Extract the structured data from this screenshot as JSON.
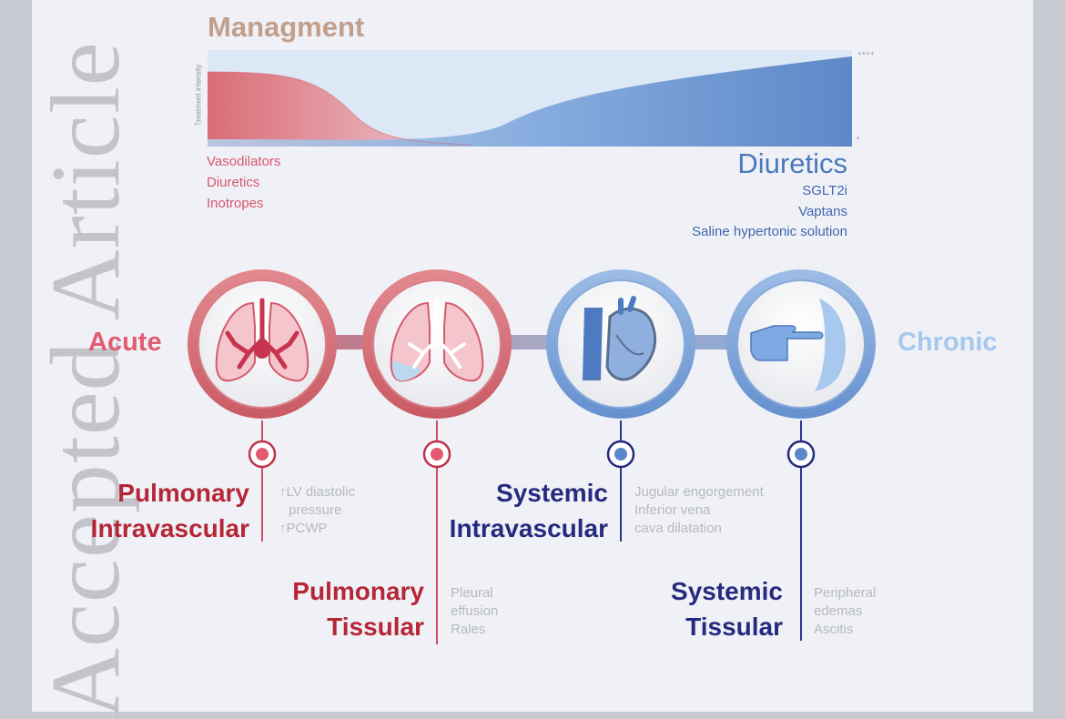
{
  "watermark": "Accepted Article",
  "management": {
    "title": "Managment",
    "axis_label": "Treatment intensity",
    "scale_max": "++++",
    "scale_min": "+",
    "acute_treatments": [
      "Vasodilators",
      "Diuretics",
      "Inotropes"
    ],
    "chronic_heading": "Diuretics",
    "chronic_treatments": [
      "SGLT2i",
      "Vaptans",
      "Saline hypertonic solution"
    ]
  },
  "spectrum": {
    "left_label": "Acute",
    "right_label": "Chronic"
  },
  "icons": [
    "lungs-icon",
    "lungs-effusion-icon",
    "heart-vessels-icon",
    "pointing-hand-icon"
  ],
  "categories": {
    "pulmonary_intravascular": {
      "line1": "Pulmonary",
      "line2": "Intravascular",
      "signs": [
        "↑LV diastolic",
        "pressure",
        "↑PCWP"
      ]
    },
    "pulmonary_tissular": {
      "line1": "Pulmonary",
      "line2": "Tissular",
      "signs": [
        "Pleural",
        "effusion",
        "Rales"
      ]
    },
    "systemic_intravascular": {
      "line1": "Systemic",
      "line2": "Intravascular",
      "signs": [
        "Jugular engorgement",
        "Inferior vena",
        "cava dilatation"
      ]
    },
    "systemic_tissular": {
      "line1": "Systemic",
      "line2": "Tissular",
      "signs": [
        "Peripheral",
        "edemas",
        "Ascitis"
      ]
    }
  },
  "colors": {
    "acute_red": "#e35b70",
    "dark_red": "#b52637",
    "chronic_blue": "#5b87c8",
    "dark_blue": "#262a7e",
    "light_blue": "#a6c8ec"
  }
}
